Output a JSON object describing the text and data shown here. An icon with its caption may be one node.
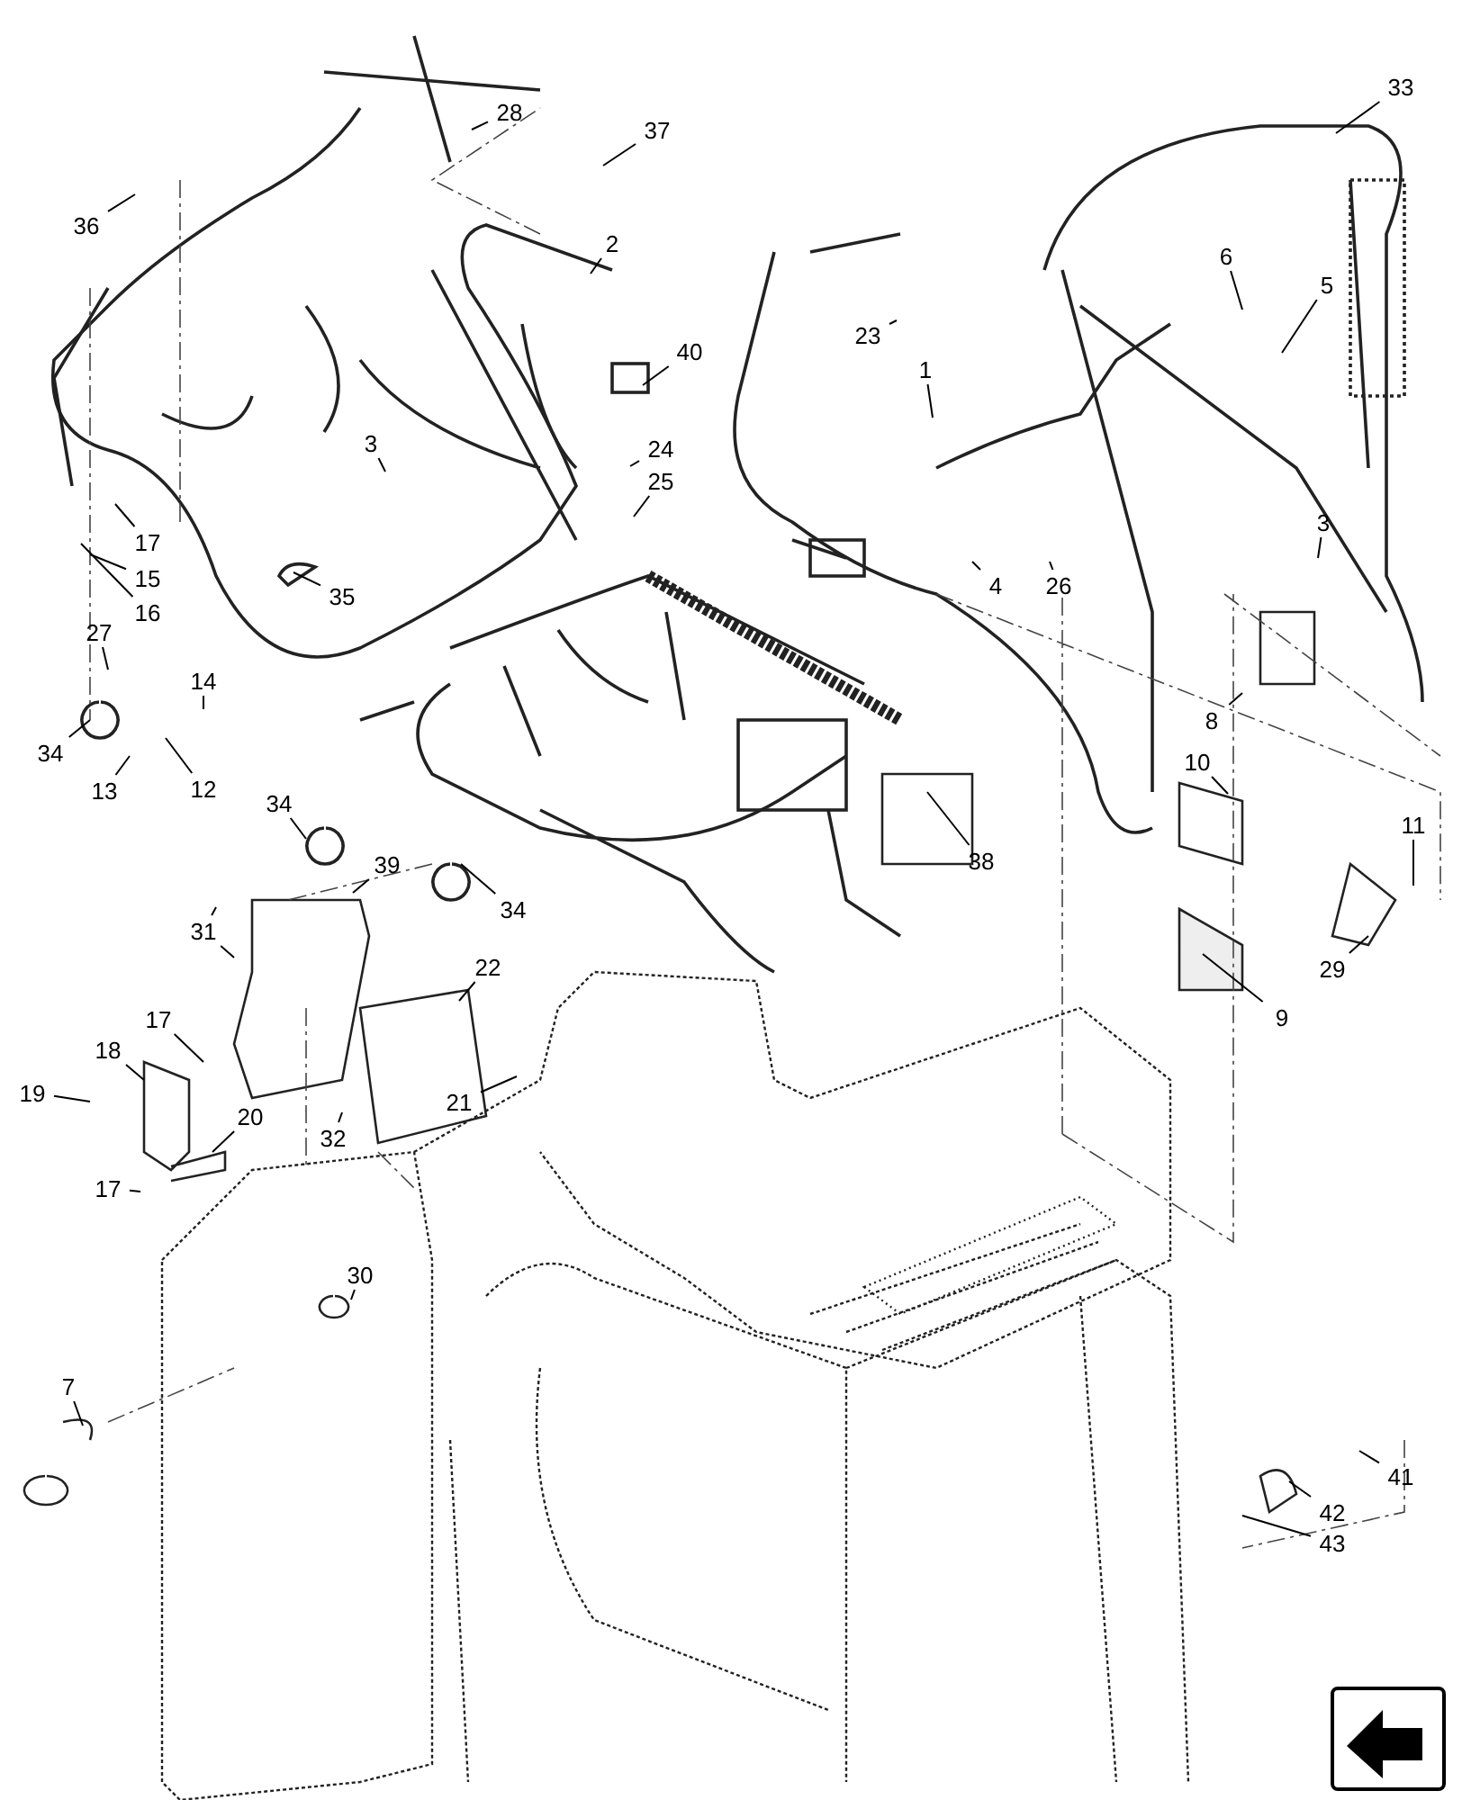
{
  "diagram": {
    "nodes": [
      {
        "text": [
          "28"
        ]
      },
      {
        "text": [
          "37"
        ]
      },
      {
        "text": [
          "33"
        ]
      },
      {
        "text": [
          "36"
        ]
      },
      {
        "text": [
          "2"
        ]
      },
      {
        "text": [
          "6"
        ]
      },
      {
        "text": [
          "5"
        ]
      },
      {
        "text": [
          "23"
        ]
      },
      {
        "text": [
          "40"
        ]
      },
      {
        "text": [
          "1"
        ]
      },
      {
        "text": [
          "3"
        ]
      },
      {
        "text": [
          "24"
        ]
      },
      {
        "text": [
          "25"
        ]
      },
      {
        "text": [
          "3"
        ]
      },
      {
        "text": [
          "17"
        ]
      },
      {
        "text": [
          "15"
        ]
      },
      {
        "text": [
          "4"
        ]
      },
      {
        "text": [
          "26"
        ]
      },
      {
        "text": [
          "35"
        ]
      },
      {
        "text": [
          "16"
        ]
      },
      {
        "text": [
          "27"
        ]
      },
      {
        "text": [
          "14"
        ]
      },
      {
        "text": [
          "8"
        ]
      },
      {
        "text": [
          "34"
        ]
      },
      {
        "text": [
          "10"
        ]
      },
      {
        "text": [
          "13"
        ]
      },
      {
        "text": [
          "12"
        ]
      },
      {
        "text": [
          "34"
        ]
      },
      {
        "text": [
          "11"
        ]
      },
      {
        "text": [
          "38"
        ]
      },
      {
        "text": [
          "39"
        ]
      },
      {
        "text": [
          "34"
        ]
      },
      {
        "text": [
          "31"
        ]
      },
      {
        "text": [
          "22"
        ]
      },
      {
        "text": [
          "29"
        ]
      },
      {
        "text": [
          "9"
        ]
      },
      {
        "text": [
          "17"
        ]
      },
      {
        "text": [
          "18"
        ]
      },
      {
        "text": [
          "19"
        ]
      },
      {
        "text": [
          "21"
        ]
      },
      {
        "text": [
          "20"
        ]
      },
      {
        "text": [
          "32"
        ]
      },
      {
        "text": [
          "17"
        ]
      },
      {
        "text": [
          "30"
        ]
      },
      {
        "text": [
          "7"
        ]
      },
      {
        "text": [
          "41"
        ]
      },
      {
        "text": [
          "42"
        ]
      },
      {
        "text": [
          "43"
        ]
      }
    ],
    "edges": [
      {
        "from": 0,
        "to": null,
        "arrow": "none"
      },
      {
        "from": 1,
        "to": null,
        "arrow": "none"
      },
      {
        "from": 2,
        "to": null,
        "arrow": "none"
      },
      {
        "from": 3,
        "to": null,
        "arrow": "none"
      },
      {
        "from": 4,
        "to": null,
        "arrow": "none"
      },
      {
        "from": 5,
        "to": null,
        "arrow": "none"
      },
      {
        "from": 6,
        "to": null,
        "arrow": "none"
      },
      {
        "from": 7,
        "to": null,
        "arrow": "none"
      },
      {
        "from": 8,
        "to": null,
        "arrow": "none"
      },
      {
        "from": 9,
        "to": null,
        "arrow": "none"
      },
      {
        "from": 10,
        "to": null,
        "arrow": "none"
      },
      {
        "from": 11,
        "to": null,
        "arrow": "none"
      },
      {
        "from": 12,
        "to": null,
        "arrow": "none"
      },
      {
        "from": 13,
        "to": null,
        "arrow": "none"
      },
      {
        "from": 14,
        "to": null,
        "arrow": "none"
      },
      {
        "from": 15,
        "to": null,
        "arrow": "none"
      },
      {
        "from": 16,
        "to": null,
        "arrow": "none"
      },
      {
        "from": 17,
        "to": null,
        "arrow": "none"
      },
      {
        "from": 18,
        "to": null,
        "arrow": "none"
      },
      {
        "from": 19,
        "to": null,
        "arrow": "none"
      },
      {
        "from": 20,
        "to": null,
        "arrow": "none"
      },
      {
        "from": 21,
        "to": null,
        "arrow": "none"
      },
      {
        "from": 22,
        "to": null,
        "arrow": "none"
      },
      {
        "from": 23,
        "to": null,
        "arrow": "none"
      },
      {
        "from": 24,
        "to": null,
        "arrow": "none"
      },
      {
        "from": 25,
        "to": null,
        "arrow": "none"
      },
      {
        "from": 26,
        "to": null,
        "arrow": "none"
      },
      {
        "from": 27,
        "to": null,
        "arrow": "none"
      },
      {
        "from": 28,
        "to": null,
        "arrow": "none"
      },
      {
        "from": 29,
        "to": null,
        "arrow": "none"
      },
      {
        "from": 30,
        "to": null,
        "arrow": "none"
      },
      {
        "from": 31,
        "to": null,
        "arrow": "none"
      },
      {
        "from": 32,
        "to": null,
        "arrow": "none"
      },
      {
        "from": 32,
        "to": null,
        "arrow": "none"
      },
      {
        "from": 33,
        "to": null,
        "arrow": "none"
      },
      {
        "from": 34,
        "to": null,
        "arrow": "none"
      },
      {
        "from": 35,
        "to": null,
        "arrow": "none"
      },
      {
        "from": 36,
        "to": null,
        "arrow": "none"
      },
      {
        "from": 37,
        "to": null,
        "arrow": "none"
      },
      {
        "from": 38,
        "to": null,
        "arrow": "none"
      },
      {
        "from": 39,
        "to": null,
        "arrow": "none"
      },
      {
        "from": 40,
        "to": null,
        "arrow": "none"
      },
      {
        "from": 41,
        "to": null,
        "arrow": "none"
      },
      {
        "from": 42,
        "to": null,
        "arrow": "none"
      },
      {
        "from": 43,
        "to": null,
        "arrow": "none"
      },
      {
        "from": 44,
        "to": null,
        "arrow": "none"
      },
      {
        "from": 45,
        "to": null,
        "arrow": "none"
      },
      {
        "from": 46,
        "to": null,
        "arrow": "none"
      },
      {
        "from": 47,
        "to": null,
        "arrow": "none"
      }
    ]
  }
}
